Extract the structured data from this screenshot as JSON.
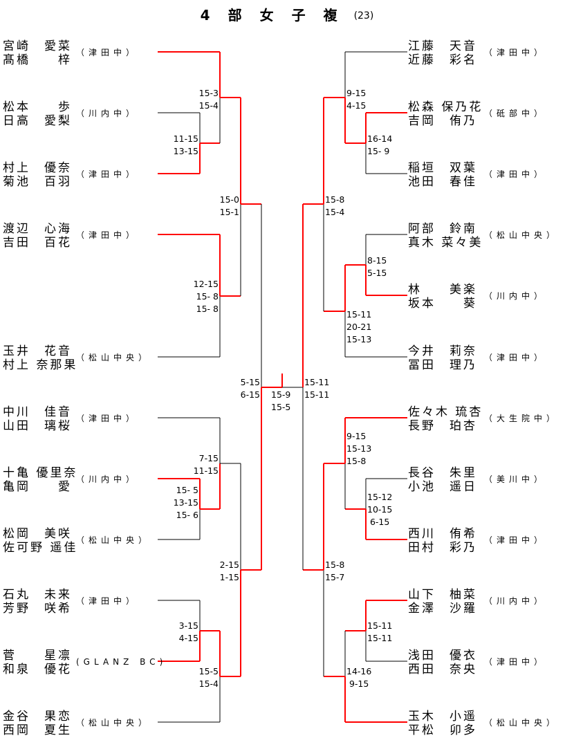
{
  "title": {
    "chars": [
      "4",
      "部",
      "女",
      "子",
      "複"
    ],
    "count": "(23)"
  },
  "colors": {
    "winner": "#ff0000",
    "line": "#000000"
  },
  "left": [
    {
      "p1": "宮崎　愛菜",
      "p2": "髙橋　　梓",
      "team": "（津田中）"
    },
    {
      "p1": "松本　　歩",
      "p2": "日高　愛梨",
      "team": "（川内中）"
    },
    {
      "p1": "村上　優奈",
      "p2": "菊池　百羽",
      "team": "（津田中）"
    },
    {
      "p1": "渡辺　心海",
      "p2": "吉田　百花",
      "team": "（津田中）"
    },
    {
      "p1": "玉井　花音",
      "p2": "村上 奈那果",
      "team": "（松山中央）"
    },
    {
      "p1": "中川　佳音",
      "p2": "山田　璃桜",
      "team": "（津田中）"
    },
    {
      "p1": "十亀 優里奈",
      "p2": "亀岡　　愛",
      "team": "（川内中）"
    },
    {
      "p1": "松岡　美咲",
      "p2": "佐可野 遥佳",
      "team": "（松山中央）"
    },
    {
      "p1": "石丸　未来",
      "p2": "芳野　咲希",
      "team": "（津田中）"
    },
    {
      "p1": "菅　　星凛",
      "p2": "和泉　優花",
      "team": "(GLANZ BC)"
    },
    {
      "p1": "金谷　果恋",
      "p2": "西岡　夏生",
      "team": "（松山中央）"
    }
  ],
  "right": [
    {
      "p1": "江藤　天音",
      "p2": "近藤　彩名",
      "team": "（津田中）"
    },
    {
      "p1": "松森 保乃花",
      "p2": "吉岡　侑乃",
      "team": "（砥部中）"
    },
    {
      "p1": "稲垣　双葉",
      "p2": "池田　春佳",
      "team": "（津田中）"
    },
    {
      "p1": "阿部　鈴南",
      "p2": "真木 菜々美",
      "team": "（松山中央）"
    },
    {
      "p1": "林　　美楽",
      "p2": "坂本　　葵",
      "team": "（川内中）"
    },
    {
      "p1": "今井　莉奈",
      "p2": "冨田　理乃",
      "team": "（津田中）"
    },
    {
      "p1": "佐々木 琉杏",
      "p2": "長野　珀杏",
      "team": "（大生院中）"
    },
    {
      "p1": "長谷　朱里",
      "p2": "小池　遥日",
      "team": "（美川中）"
    },
    {
      "p1": "西川　侑希",
      "p2": "田村　彩乃",
      "team": "（津田中）"
    },
    {
      "p1": "山下　柚菜",
      "p2": "金澤　沙羅",
      "team": "（川内中）"
    },
    {
      "p1": "浅田　優衣",
      "p2": "西田　奈央",
      "team": "（津田中）"
    },
    {
      "p1": "玉木　小遥",
      "p2": "平松　卯多",
      "team": "（松山中央）"
    }
  ],
  "scores": {
    "L_r1_a": "15-3\n15-4",
    "L_r0_a": "11-15\n13-15",
    "L_r2_a": "15-0\n15-1",
    "L_r1_b": "12-15\n15- 8\n15- 8",
    "L_semi": "5-15\n6-15",
    "L_r1_c": "7-15\n11-15",
    "L_r0_c": "15- 5\n13-15\n15- 6",
    "L_r2_b": "2-15\n1-15",
    "L_r0_d": "3-15\n4-15",
    "L_r1_d": "15-5\n15-4",
    "final": "15-9\n15-5",
    "R_r1_a": "9-15\n4-15",
    "R_r0_a": "16-14\n15- 9",
    "R_r2_a": "15-8\n15-4",
    "R_r0_b": "8-15\n5-15",
    "R_r1_b": "15-11\n20-21\n15-13",
    "R_semi": "15-11\n15-11",
    "R_r1_c": "9-15\n15-13\n15-8",
    "R_r0_c": "15-12\n10-15\n 6-15",
    "R_r2_b": "15-8\n15-7",
    "R_r0_d": "15-11\n15-11",
    "R_r1_d": "14-16\n 9-15"
  }
}
